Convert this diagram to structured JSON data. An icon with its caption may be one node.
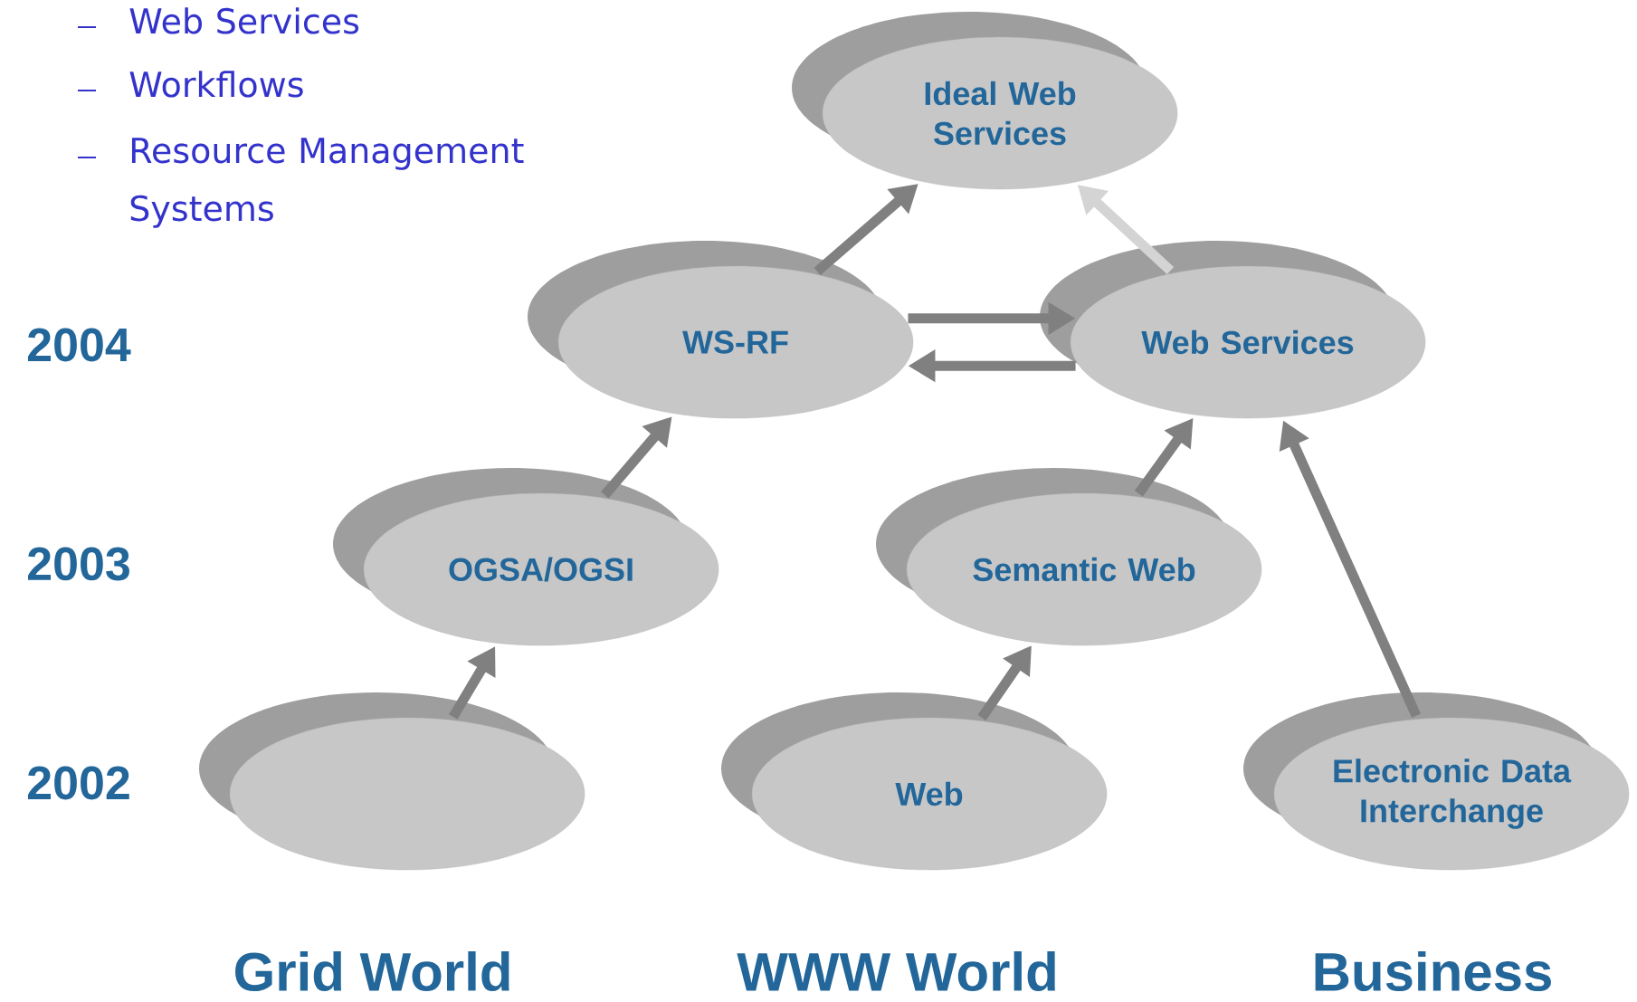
{
  "diagram": {
    "nodes": [
      {
        "text": [
          "Ideal Web Services"
        ]
      },
      {
        "text": [
          "WS-RF"
        ]
      },
      {
        "text": [
          "Web Services"
        ]
      },
      {
        "text": [
          "OGSA/OGSI"
        ]
      },
      {
        "text": [
          "Semantic Web"
        ]
      },
      {
        "text": [],
        "shape": "ellipse"
      },
      {
        "text": [
          "Web"
        ]
      },
      {
        "text": [
          "Electronic Data Interchange"
        ]
      }
    ],
    "edges": [
      {
        "from": 5,
        "to": 3,
        "arrow": "to"
      },
      {
        "from": 3,
        "to": 1,
        "arrow": "to"
      },
      {
        "from": 1,
        "to": 0,
        "arrow": "to"
      },
      {
        "from": 6,
        "to": 4,
        "arrow": "to"
      },
      {
        "from": 4,
        "to": 2,
        "arrow": "to"
      },
      {
        "from": 7,
        "to": 2,
        "arrow": "to"
      },
      {
        "from": 2,
        "to": 0,
        "arrow": "to",
        "color": "#d4d4d4"
      },
      {
        "from": 1,
        "to": 2,
        "arrow": "to"
      },
      {
        "from": 2,
        "to": 1,
        "arrow": "to"
      }
    ],
    "labels": [
      "Web Services",
      "Workflows",
      "Resource Management Systems",
      "2004",
      "2003",
      "2002",
      "Grid World",
      "WWW World",
      "Business"
    ]
  }
}
